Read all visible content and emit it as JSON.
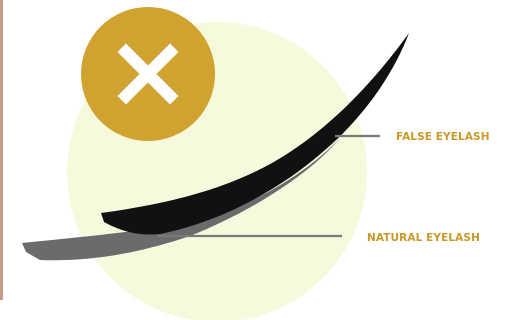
{
  "colors": {
    "background_circle": "#f7f9dd",
    "badge": "#d0a22f",
    "badge_mark": "#ffffff",
    "false_lash": "#111111",
    "natural_lash": "#6b6b6b",
    "pointer_line": "#7a7a7a",
    "label_text": "#c9992a",
    "edge_stripe": "#c89b86"
  },
  "badge": {
    "icon": "close-x-icon",
    "meaning": "incorrect"
  },
  "labels": {
    "false_eyelash": "FALSE EYELASH",
    "natural_eyelash": "NATURAL EYELASH"
  }
}
